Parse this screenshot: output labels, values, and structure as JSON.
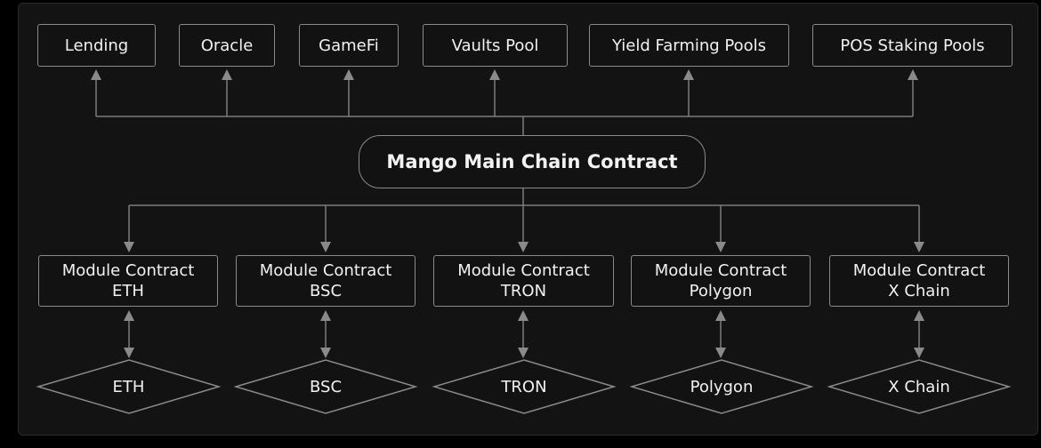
{
  "main_contract": "Mango Main Chain Contract",
  "top_modules": [
    "Lending",
    "Oracle",
    "GameFi",
    "Vaults Pool",
    "Yield Farming Pools",
    "POS Staking Pools"
  ],
  "module_contracts": [
    {
      "line1": "Module Contract",
      "line2": "ETH"
    },
    {
      "line1": "Module Contract",
      "line2": "BSC"
    },
    {
      "line1": "Module Contract",
      "line2": "TRON"
    },
    {
      "line1": "Module Contract",
      "line2": "Polygon"
    },
    {
      "line1": "Module Contract",
      "line2": "X Chain"
    }
  ],
  "chains": [
    "ETH",
    "BSC",
    "TRON",
    "Polygon",
    "X Chain"
  ],
  "colors": {
    "background": "#000000",
    "panel": "#131313",
    "border": "#8a8a8a",
    "line": "#7d7d7d",
    "text": "#f2f2f2"
  }
}
